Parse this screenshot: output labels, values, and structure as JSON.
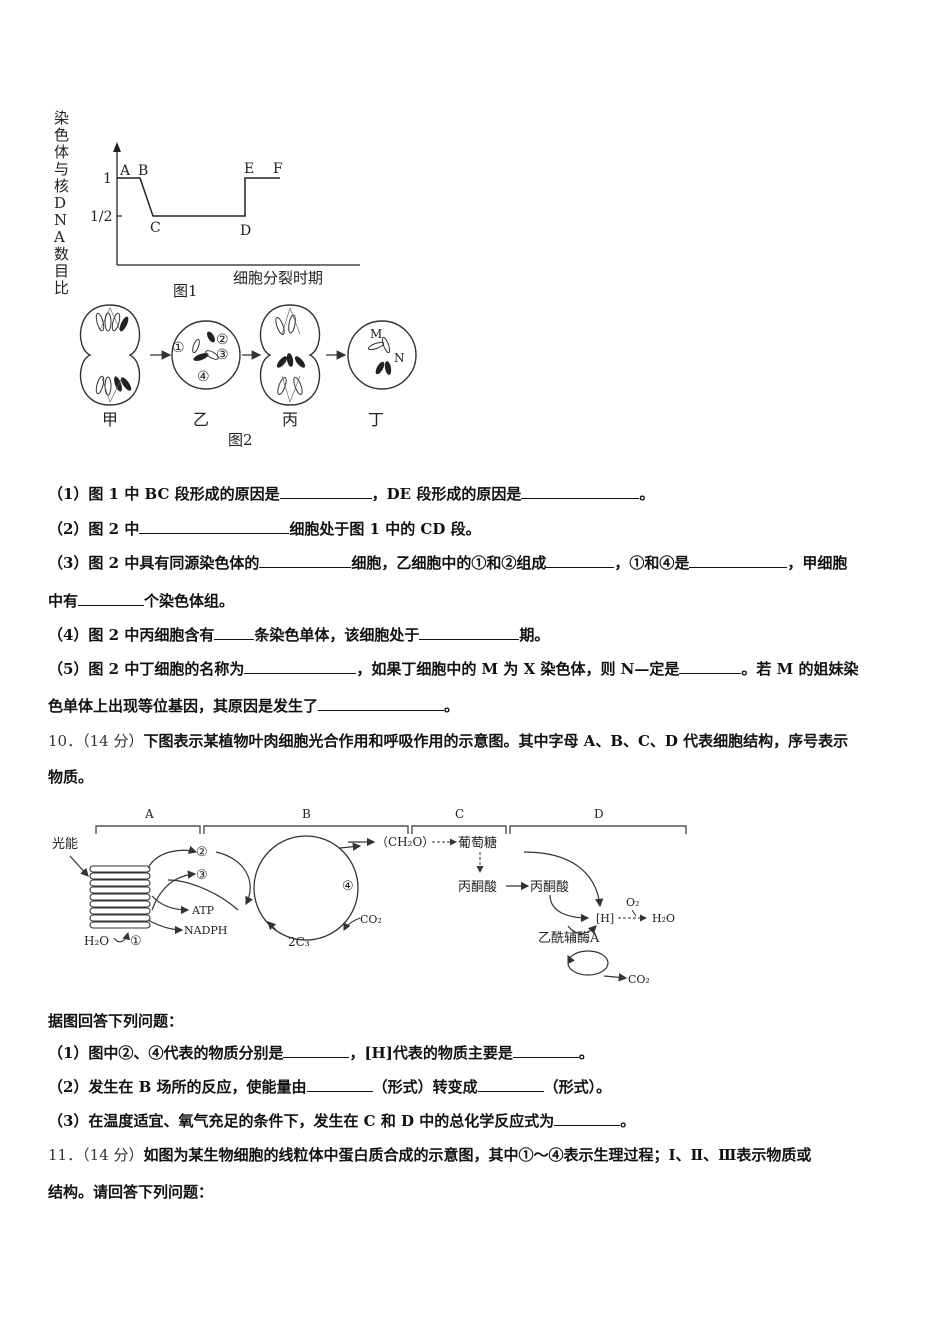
{
  "figure1": {
    "ylabel": "染色体与核DNA数目比",
    "xlabel": "细胞分裂时期",
    "caption": "图1",
    "y_ticks": [
      "1",
      "1/2"
    ],
    "points": [
      "A",
      "B",
      "C",
      "D",
      "E",
      "F"
    ]
  },
  "figure2": {
    "caption": "图2",
    "cells": [
      "甲",
      "乙",
      "丙",
      "丁"
    ],
    "marks_yi": [
      "①",
      "②",
      "③",
      "④"
    ],
    "marks_ding": [
      "M",
      "N"
    ]
  },
  "q9": {
    "q1": {
      "a": "（1）图 1 中 BC 段形成的原因是",
      "b": "，DE 段形成的原因是",
      "c": "。"
    },
    "q2": {
      "a": "（2）图 2 中",
      "b": "细胞处于图 1 中的 CD 段。"
    },
    "q3": {
      "a": "（3）图 2 中具有同源染色体的",
      "b": "细胞，乙细胞中的①和②组成",
      "c": "，①和④是",
      "d": "，甲细胞"
    },
    "q3b": {
      "a": "中有",
      "b": "个染色体组。"
    },
    "q4": {
      "a": "（4）图 2 中丙细胞含有",
      "b": "条染色单体，该细胞处于",
      "c": "期。"
    },
    "q5": {
      "a": "（5）图 2 中丁细胞的名称为",
      "b": "，如果丁细胞中的 M 为 X 染色体，则 N—定是",
      "c": "。若 M 的姐妹染"
    },
    "q5b": {
      "a": "色单体上出现等位基因，其原因是发生了",
      "b": "。"
    }
  },
  "q10": {
    "number": "10．（14 分）",
    "stem1": "下图表示某植物叶肉细胞光合作用和呼吸作用的示意图。其中字母 A、B、C、D 代表细胞结构，序号表示",
    "stem2": "物质。",
    "diagram": {
      "sections": [
        "A",
        "B",
        "C",
        "D"
      ],
      "light": "光能",
      "h2o_in": "H₂O",
      "m1": "①",
      "m2": "②",
      "m3": "③",
      "m4": "④",
      "atp": "ATP",
      "nadph": "NADPH",
      "ch2o": "（CH₂O）",
      "glucose": "葡萄糖",
      "pyruvate1": "丙酮酸",
      "pyruvate2": "丙酮酸",
      "co2_in": "CO₂",
      "c3": "2C₃",
      "h": "[H]",
      "o2": "O₂",
      "h2o_out": "H₂O",
      "acetylcoa": "乙酰辅酶A",
      "co2_out": "CO₂"
    },
    "lead": "据图回答下列问题：",
    "q1": {
      "a": "（1）图中②、④代表的物质分别是",
      "b": "，[H]代表的物质主要是",
      "c": "。"
    },
    "q2": {
      "a": "（2）发生在 B 场所的反应，使能量由",
      "b": "（形式）转变成",
      "c": "（形式）。"
    },
    "q3": {
      "a": "（3）在温度适宜、氧气充足的条件下，发生在 C 和 D 中的总化学反应式为",
      "b": "。"
    }
  },
  "q11": {
    "number": "11．（14 分）",
    "stem1": "如图为某生物细胞的线粒体中蛋白质合成的示意图，其中①～④表示生理过程；Ⅰ、Ⅱ、Ⅲ表示物质或",
    "stem2": "结构。请回答下列问题："
  }
}
